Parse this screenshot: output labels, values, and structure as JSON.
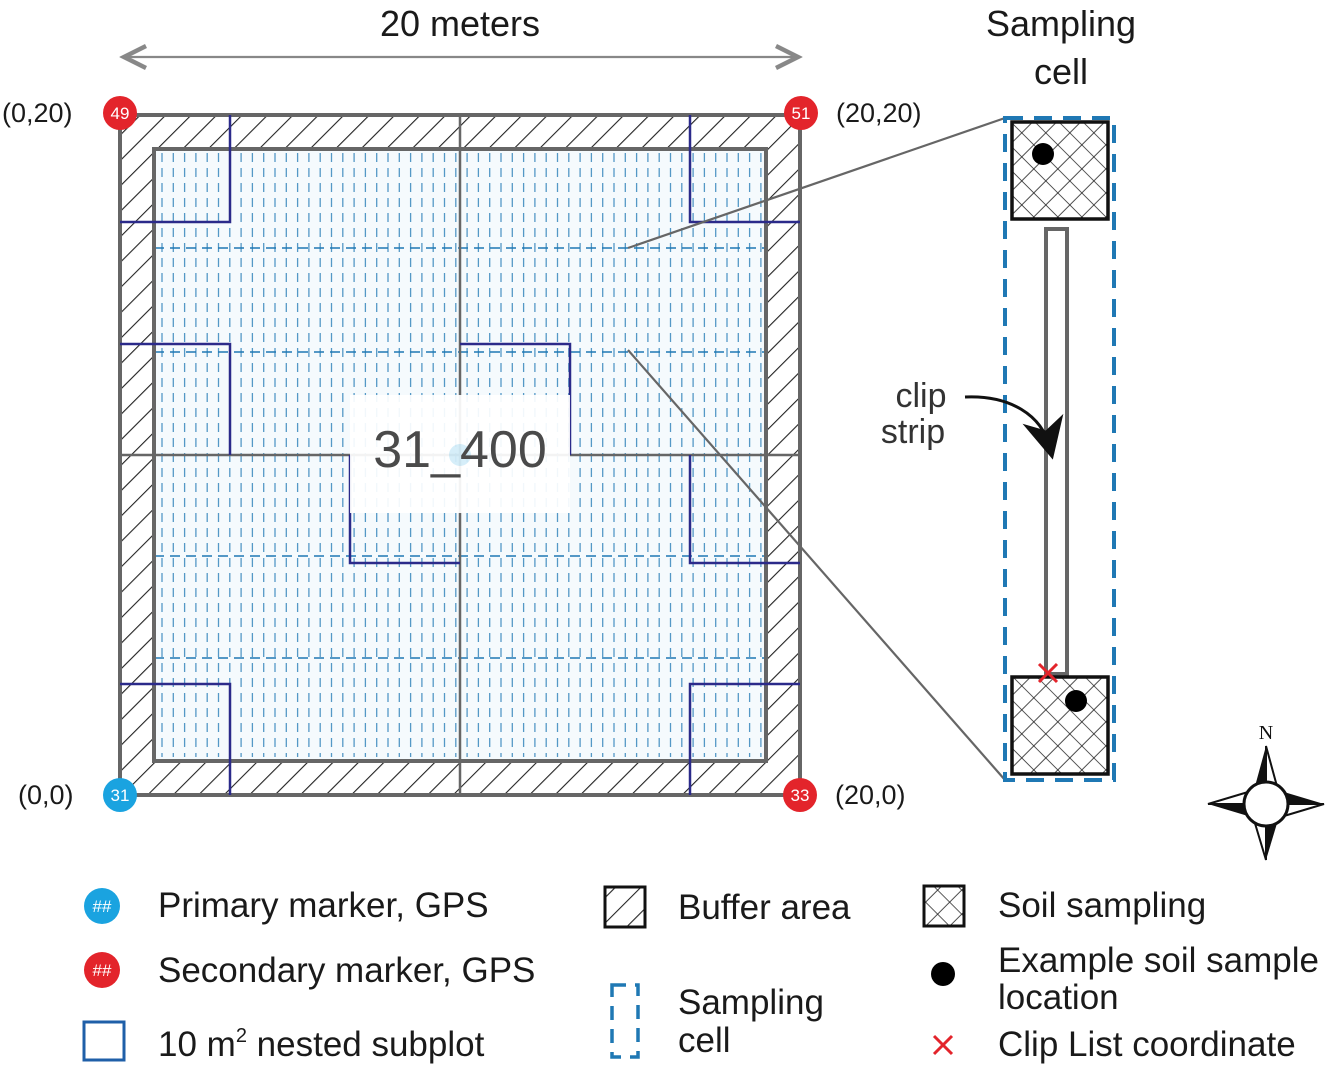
{
  "plot": {
    "dimension_label": "20 meters",
    "plot_id": "31_400",
    "corners": [
      {
        "coord": "(0,20)",
        "marker": "49",
        "type": "secondary"
      },
      {
        "coord": "(20,20)",
        "marker": "51",
        "type": "secondary"
      },
      {
        "coord": "(0,0)",
        "marker": "31",
        "type": "primary"
      },
      {
        "coord": "(20,0)",
        "marker": "33",
        "type": "secondary"
      }
    ]
  },
  "sampling_cell": {
    "title_line1": "Sampling",
    "title_line2": "cell",
    "clip_line1": "clip",
    "clip_line2": "strip"
  },
  "compass": {
    "north_label": "N"
  },
  "legend": {
    "primary_marker_symbol": "##",
    "primary_marker_label": "Primary marker, GPS",
    "secondary_marker_symbol": "##",
    "secondary_marker_label": "Secondary marker, GPS",
    "subplot_label": "10 m",
    "subplot_superscript": "2",
    "subplot_label_suffix": " nested subplot",
    "buffer_label": "Buffer area",
    "sampling_cell_line1": "Sampling",
    "sampling_cell_line2": "cell",
    "soil_sampling_label": "Soil sampling",
    "soil_sample_loc_line1": "Example soil sample",
    "soil_sample_loc_line2": "location",
    "clip_coord_label": "Clip List coordinate"
  },
  "colors": {
    "primary_marker": "#1aa3e0",
    "secondary_marker": "#e3242b",
    "subplot_outline": "#2b2a8a",
    "sampling_cell_dash": "#1f78b4",
    "frame_gray": "#666666",
    "clip_x": "#e3242b"
  }
}
